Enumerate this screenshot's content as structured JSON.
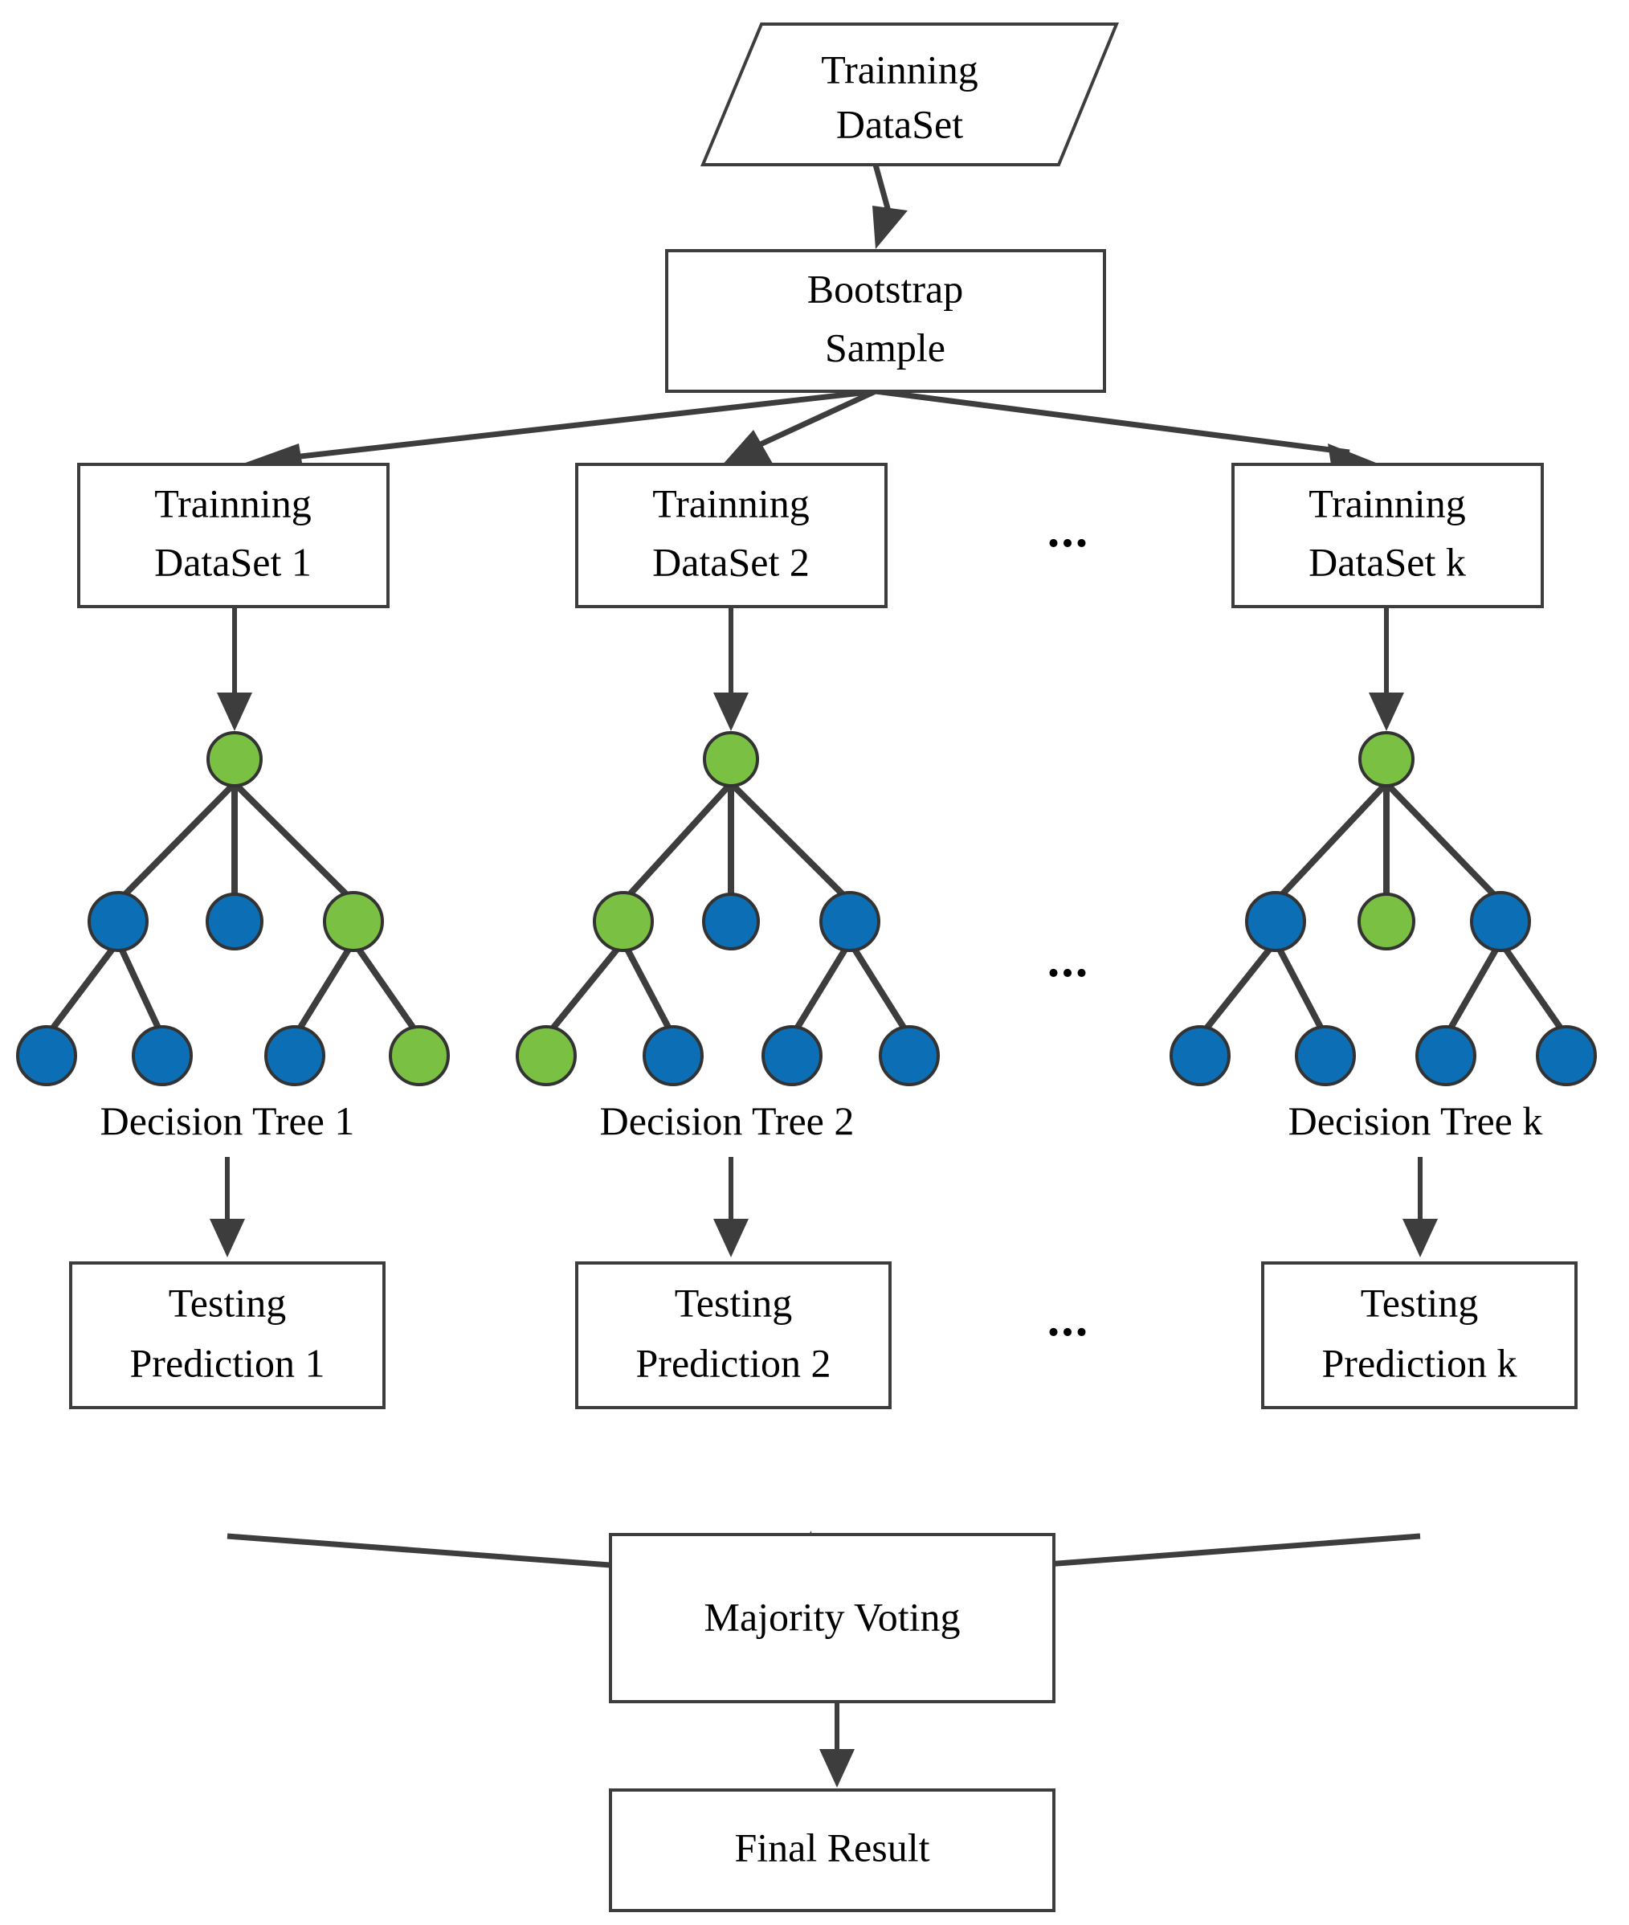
{
  "diagram": {
    "title_nodes": {
      "training_dataset": "Trainning\nDataSet",
      "training_dataset_line1": "Trainning",
      "training_dataset_line2": "DataSet",
      "bootstrap_sample_line1": "Bootstrap",
      "bootstrap_sample_line2": "Sample",
      "majority_voting": "Majority Voting",
      "final_result": "Final Result"
    },
    "ellipsis": "...",
    "colors": {
      "node_green": "#7ac143",
      "node_blue": "#0c6eb4",
      "stroke_dark": "#3d3d3d",
      "node_outline": "#333333",
      "background": "#ffffff",
      "text": "#000000"
    },
    "training_subsets": [
      {
        "line1": "Trainning",
        "line2": "DataSet 1"
      },
      {
        "line1": "Trainning",
        "line2": "DataSet 2"
      },
      {
        "line1": "Trainning",
        "line2": "DataSet k"
      }
    ],
    "tree_labels": [
      "Decision Tree 1",
      "Decision Tree 2",
      "Decision Tree k"
    ],
    "testing_predictions": [
      {
        "line1": "Testing",
        "line2": "Prediction 1"
      },
      {
        "line1": "Testing",
        "line2": "Prediction 2"
      },
      {
        "line1": "Testing",
        "line2": "Prediction k"
      }
    ],
    "trees": [
      {
        "name": "Decision Tree 1",
        "root": "green",
        "level2": [
          "blue",
          "blue",
          "green"
        ],
        "level3": [
          "blue",
          "blue",
          "blue",
          "green"
        ]
      },
      {
        "name": "Decision Tree 2",
        "root": "green",
        "level2": [
          "green",
          "blue",
          "blue"
        ],
        "level3": [
          "green",
          "blue",
          "blue",
          "blue"
        ]
      },
      {
        "name": "Decision Tree k",
        "root": "green",
        "level2": [
          "blue",
          "green",
          "blue"
        ],
        "level3": [
          "blue",
          "blue",
          "blue",
          "blue"
        ]
      }
    ]
  }
}
